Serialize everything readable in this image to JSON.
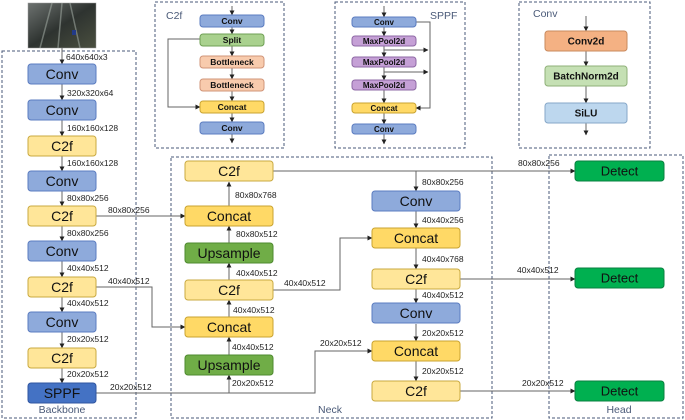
{
  "colors": {
    "conv": "#8eaadb",
    "c2f": "#ffe699",
    "concat": "#ffd966",
    "upsample": "#70ad47",
    "sppf": "#4472c4",
    "detect": "#00b050",
    "split": "#a9d18e",
    "bottleneck": "#f8cbad",
    "maxpool": "#c5a0d6",
    "conv2d": "#f4b183",
    "batchnorm": "#c5e0b4",
    "silu": "#bdd7ee",
    "edge": "#666666",
    "group_border": "#4a5a78"
  },
  "groups": {
    "backbone": "Backbone",
    "neck": "Neck",
    "head": "Head",
    "c2f_detail": "C2f",
    "sppf_detail": "SPPF",
    "conv_detail": "Conv"
  },
  "input_image": {
    "icon": "escalator-photo-thumbnail"
  },
  "nodes": [
    {
      "id": "b1",
      "label": "Conv",
      "kind": "conv"
    },
    {
      "id": "b2",
      "label": "Conv",
      "kind": "conv"
    },
    {
      "id": "b3",
      "label": "C2f",
      "kind": "c2f"
    },
    {
      "id": "b4",
      "label": "Conv",
      "kind": "conv"
    },
    {
      "id": "b5",
      "label": "C2f",
      "kind": "c2f"
    },
    {
      "id": "b6",
      "label": "Conv",
      "kind": "conv"
    },
    {
      "id": "b7",
      "label": "C2f",
      "kind": "c2f"
    },
    {
      "id": "b8",
      "label": "Conv",
      "kind": "conv"
    },
    {
      "id": "b9",
      "label": "C2f",
      "kind": "c2f"
    },
    {
      "id": "b10",
      "label": "SPPF",
      "kind": "sppf"
    },
    {
      "id": "n1",
      "label": "C2f",
      "kind": "c2f"
    },
    {
      "id": "n2",
      "label": "Concat",
      "kind": "concat"
    },
    {
      "id": "n3",
      "label": "Upsample",
      "kind": "upsample"
    },
    {
      "id": "n4",
      "label": "C2f",
      "kind": "c2f"
    },
    {
      "id": "n5",
      "label": "Concat",
      "kind": "concat"
    },
    {
      "id": "n6",
      "label": "Upsample",
      "kind": "upsample"
    },
    {
      "id": "r1",
      "label": "Conv",
      "kind": "conv"
    },
    {
      "id": "r2",
      "label": "Concat",
      "kind": "concat"
    },
    {
      "id": "r3",
      "label": "C2f",
      "kind": "c2f"
    },
    {
      "id": "r4",
      "label": "Conv",
      "kind": "conv"
    },
    {
      "id": "r5",
      "label": "Concat",
      "kind": "concat"
    },
    {
      "id": "r6",
      "label": "C2f",
      "kind": "c2f"
    },
    {
      "id": "d1",
      "label": "Detect",
      "kind": "detect"
    },
    {
      "id": "d2",
      "label": "Detect",
      "kind": "detect"
    },
    {
      "id": "d3",
      "label": "Detect",
      "kind": "detect"
    },
    {
      "id": "c1",
      "label": "Conv",
      "kind": "conv"
    },
    {
      "id": "c2",
      "label": "Split",
      "kind": "split"
    },
    {
      "id": "c3",
      "label": "Bottleneck",
      "kind": "bottleneck"
    },
    {
      "id": "c4",
      "label": "Bottleneck",
      "kind": "bottleneck"
    },
    {
      "id": "c5",
      "label": "Concat",
      "kind": "concat"
    },
    {
      "id": "c6",
      "label": "Conv",
      "kind": "conv"
    },
    {
      "id": "s1",
      "label": "Conv",
      "kind": "conv"
    },
    {
      "id": "s2",
      "label": "MaxPool2d",
      "kind": "maxpool"
    },
    {
      "id": "s3",
      "label": "MaxPool2d",
      "kind": "maxpool"
    },
    {
      "id": "s4",
      "label": "MaxPool2d",
      "kind": "maxpool"
    },
    {
      "id": "s5",
      "label": "Concat",
      "kind": "concat"
    },
    {
      "id": "s6",
      "label": "Conv",
      "kind": "conv"
    },
    {
      "id": "k1",
      "label": "Conv2d",
      "kind": "conv2d"
    },
    {
      "id": "k2",
      "label": "BatchNorm2d",
      "kind": "batchnorm"
    },
    {
      "id": "k3",
      "label": "SiLU",
      "kind": "silu"
    }
  ],
  "edge_labels": {
    "in": "640x640x3",
    "b1b2": "320x320x64",
    "b2b3": "160x160x128",
    "b3b4": "160x160x128",
    "b4b5": "80x80x256",
    "b5b6": "80x80x256",
    "b6b7": "40x40x512",
    "b7b8": "40x40x512",
    "b8b9": "20x20x512",
    "b9b10": "20x20x512",
    "b5n2": "80x80x256",
    "b7n5": "40x40x512",
    "b10out": "20x20x512",
    "b10n6": "20x20x512",
    "n6n5": "40x40x512",
    "n5n4": "40x40x512",
    "n4n3": "40x40x512",
    "n3n2": "80x80x512",
    "n2n1": "80x80x768",
    "n4r2": "40x40x512",
    "b10r5": "20x20x512",
    "n1d1": "80x80x256",
    "n1r1": "80x80x256",
    "r1r2": "40x40x256",
    "r2r3": "40x40x768",
    "r3r4": "40x40x512",
    "r4r5": "20x20x512",
    "r5r6": "20x20x512",
    "r3d2": "40x40x512",
    "r6d3": "20x20x512"
  }
}
